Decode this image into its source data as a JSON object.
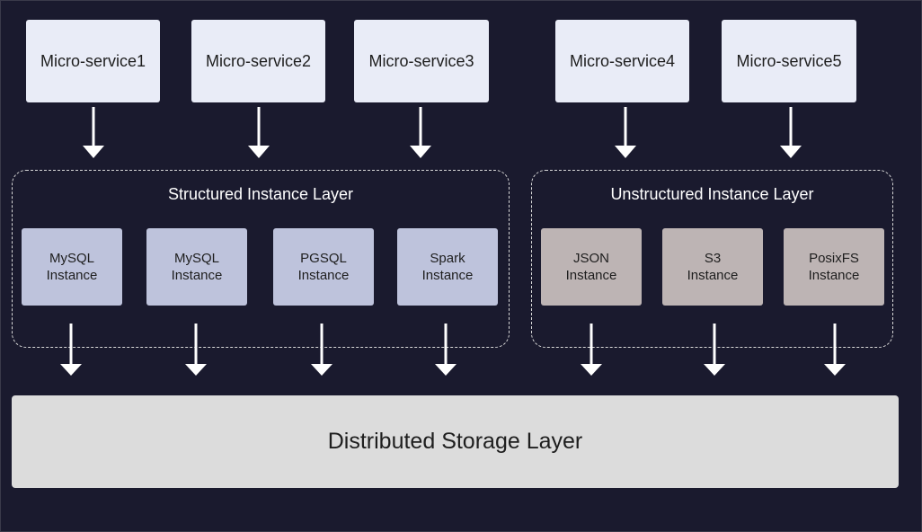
{
  "microservices": [
    "Micro-service1",
    "Micro-service2",
    "Micro-service3",
    "Micro-service4",
    "Micro-service5"
  ],
  "structured_layer": {
    "title": "Structured Instance Layer",
    "instances": [
      {
        "line1": "MySQL",
        "line2": "Instance"
      },
      {
        "line1": "MySQL",
        "line2": "Instance"
      },
      {
        "line1": "PGSQL",
        "line2": "Instance"
      },
      {
        "line1": "Spark",
        "line2": "Instance"
      }
    ]
  },
  "unstructured_layer": {
    "title": "Unstructured Instance Layer",
    "instances": [
      {
        "line1": "JSON",
        "line2": "Instance"
      },
      {
        "line1": "S3",
        "line2": "Instance"
      },
      {
        "line1": "PosixFS",
        "line2": "Instance"
      }
    ]
  },
  "storage": {
    "title": "Distributed Storage Layer"
  },
  "colors": {
    "background": "#1a1a2e",
    "microservice": "#e9ecf7",
    "structured_instance": "#bec3dc",
    "unstructured_instance": "#bdb4b4",
    "storage": "#dcdcdc",
    "arrow": "#ffffff"
  }
}
